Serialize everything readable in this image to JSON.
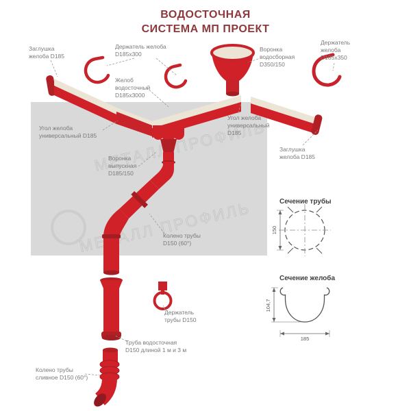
{
  "title": {
    "line1": "ВОДОСТОЧНАЯ",
    "line2": "СИСТЕМА МП ПРОЕКТ"
  },
  "watermark": {
    "text": "МЕТАЛЛ ПРОФИЛЬ"
  },
  "labels": {
    "end_cap_left": "Заглушка\nжелоба D185",
    "gutter_holder_left": "Держатель желоба\nD185х300",
    "collector_funnel": "Воронка\nводосборная\nD350/150",
    "gutter_holder_right": "Держатель\nжелоба\nD185х350",
    "gutter": "Желоб\nводосточный\nD185х3000",
    "corner_left": "Угол желоба\nуниверсальный D185",
    "corner_right": "Угол желоба\nуниверсальный\nD185",
    "end_cap_right": "Заглушка\nжелоба D185",
    "outlet_funnel": "Воронка\nвыпускная\nD185/150",
    "pipe_elbow": "Колено трубы\nD150 (60°)",
    "pipe_holder": "Держатель\nтрубы D150",
    "downpipe": "Труба водосточная\nD150 длиной 1 м и 3 м",
    "drain_elbow": "Колено трубы\nсливное D150 (60°)"
  },
  "sections": {
    "pipe": {
      "title": "Сечение трубы",
      "diameter": "150"
    },
    "gutter": {
      "title": "Сечение желоба",
      "height": "104,7",
      "width": "185"
    }
  },
  "colors": {
    "red": "#cf2127",
    "dark_red": "#a31e22",
    "cream": "#ece5d6",
    "title": "#8d383b"
  }
}
